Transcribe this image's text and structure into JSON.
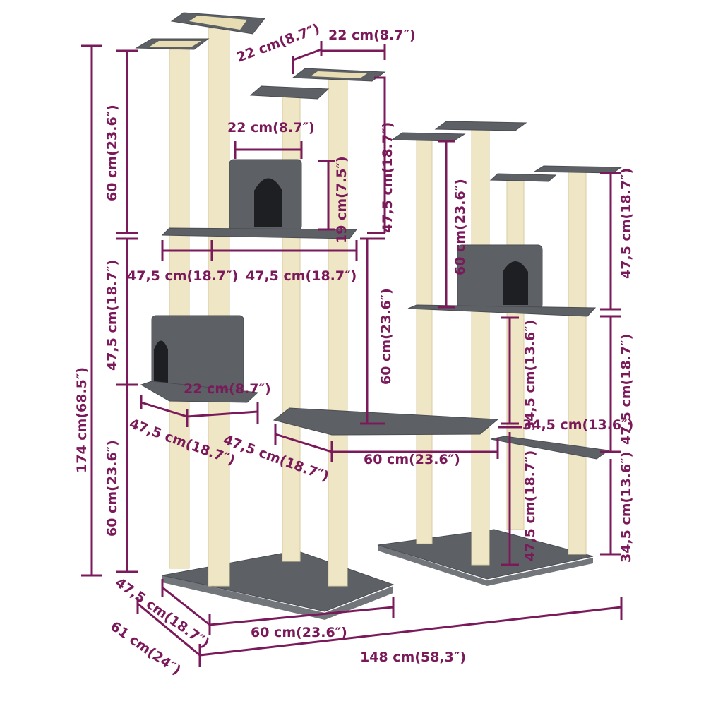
{
  "colors": {
    "dimension": "#7a1a5a",
    "platform": "#5d6166",
    "post": "#efe6c6"
  },
  "dimensions": {
    "top_left_width": "22 cm(8.7″)",
    "top_right_width": "22 cm(8.7″)",
    "left_upper_height": "60 cm(23.6″)",
    "top_post_height": "47,5 cm(18.7″)",
    "hut_width": "22 cm(8.7″)",
    "hut_height": "19 cm(7.5″)",
    "mid_platform_left": "47,5 cm(18.7″)",
    "mid_platform_right": "47,5 cm(18.7″)",
    "total_height": "174 cm(68.5″)",
    "left_mid_height": "47,5 cm(18.7″)",
    "right_upper_height": "60 cm(23.6″)",
    "far_right_upper": "47,5 cm(18.7″)",
    "center_height": "60 cm(23.6″)",
    "right_mid_height": "34,5 cm(13.6″)",
    "far_right_mid": "47,5 cm(18.7″)",
    "left_hut_width": "22 cm(8.7″)",
    "left_hut_platform_depth": "47,5 cm(18.7″)",
    "center_platform_depth": "47,5 cm(18.7″)",
    "small_platform_width": "34,5 cm(13.6″)",
    "center_platform_width": "60 cm(23.6″)",
    "left_lower_height": "60 cm(23.6″)",
    "right_lower_height": "47,5 cm(18.7″)",
    "far_right_lower": "34,5 cm(13.6″)",
    "base_depth": "47,5 cm(18.7″)",
    "base_width": "60 cm(23.6″)",
    "total_depth": "61 cm(24″)",
    "total_width": "148 cm(58,3″)"
  }
}
